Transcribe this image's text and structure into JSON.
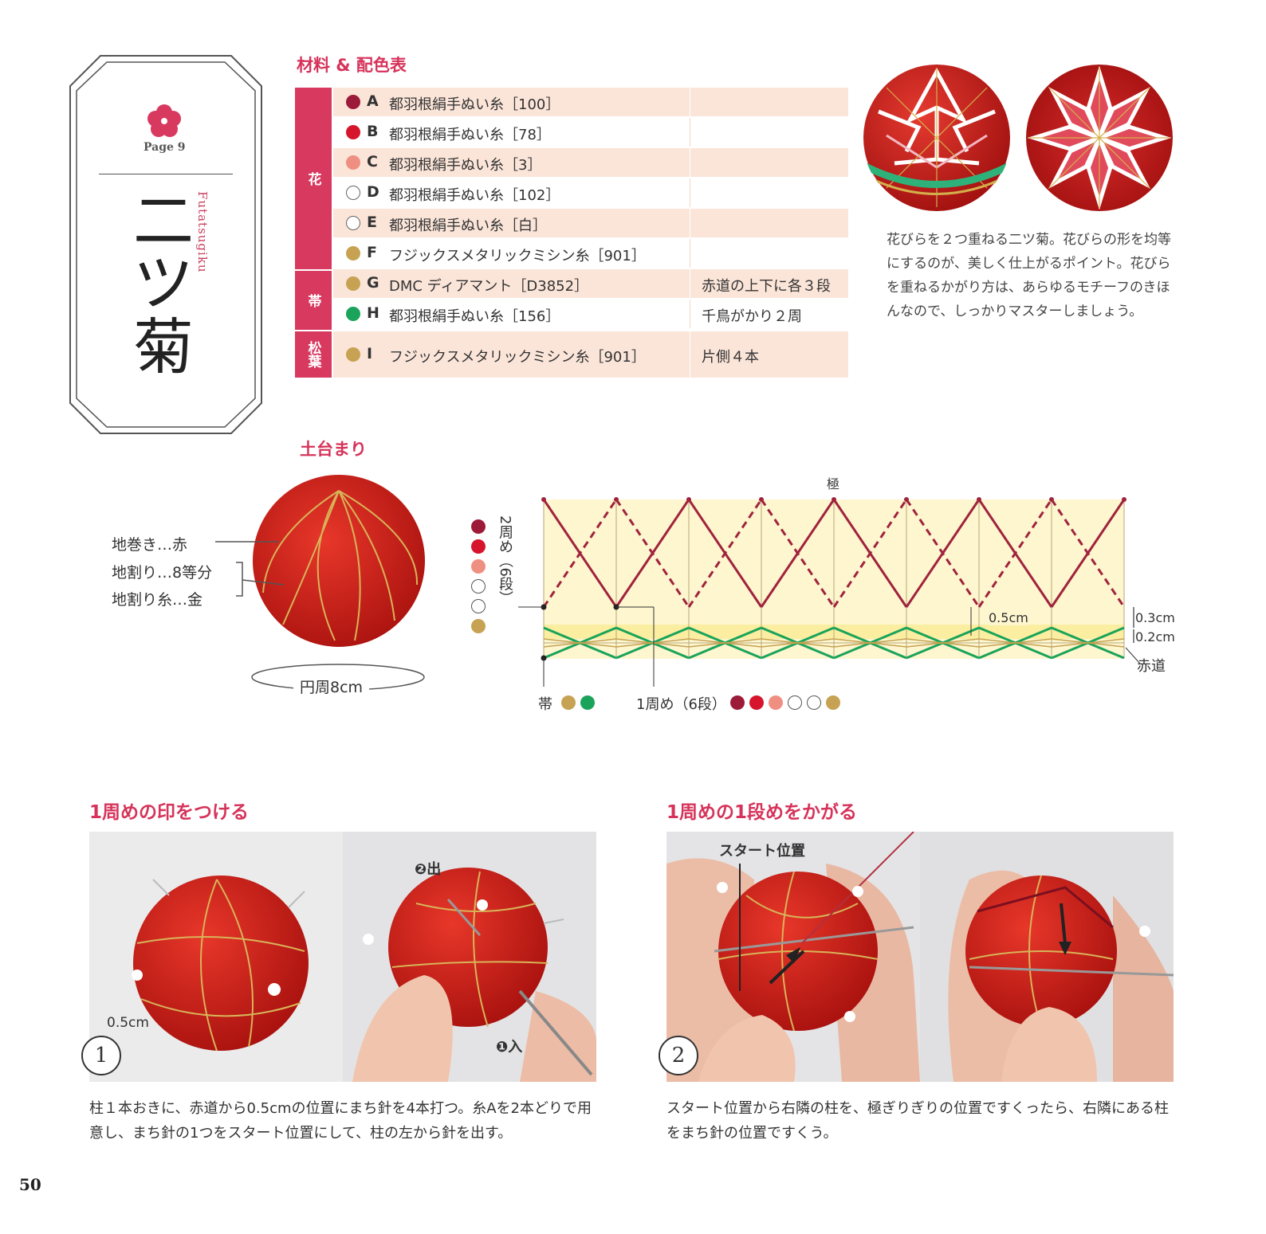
{
  "title_card": {
    "page_label": "Page 9",
    "title_chars": [
      "二",
      "ツ",
      "菊"
    ],
    "romaji": "Futatsugiku"
  },
  "materials": {
    "heading": "材料 & 配色表",
    "categories": [
      {
        "label": "花",
        "rows": 6
      },
      {
        "label": "帯",
        "rows": 2
      },
      {
        "label": "松葉",
        "rows": 1
      }
    ],
    "rows": [
      {
        "letter": "A",
        "name": "都羽根絹手ぬい糸［100］",
        "note": "",
        "color": "#9c1b38"
      },
      {
        "letter": "B",
        "name": "都羽根絹手ぬい糸［78］",
        "note": "",
        "color": "#d6142b"
      },
      {
        "letter": "C",
        "name": "都羽根絹手ぬい糸［3］",
        "note": "",
        "color": "#ef8f82"
      },
      {
        "letter": "D",
        "name": "都羽根絹手ぬい糸［102］",
        "note": "",
        "color": "#ffffff"
      },
      {
        "letter": "E",
        "name": "都羽根絹手ぬい糸［白］",
        "note": "",
        "color": "#ffffff"
      },
      {
        "letter": "F",
        "name": "フジックスメタリックミシン糸［901］",
        "note": "",
        "color": "#c6a252"
      },
      {
        "letter": "G",
        "name": "DMC ディアマント［D3852］",
        "note": "赤道の上下に各３段",
        "color": "#c6a252"
      },
      {
        "letter": "H",
        "name": "都羽根絹手ぬい糸［156］",
        "note": "千鳥がかり２周",
        "color": "#1aa35a"
      },
      {
        "letter": "I",
        "name": "フジックスメタリックミシン糸［901］",
        "note": "片側４本",
        "color": "#c6a252"
      }
    ]
  },
  "description": "花びらを２つ重ねる二ツ菊。花びらの形を均等にするのが、美しく仕上がるポイント。花びらを重ねるかがり方は、あらゆるモチーフのきほんなので、しっかりマスターしましょう。",
  "base_ball": {
    "heading": "土台まり",
    "labels": [
      "地巻き…赤",
      "地割り…8等分",
      "地割り糸…金"
    ],
    "circumference": "円周8cm"
  },
  "diagram": {
    "pole": "極",
    "round2_label": "2周め（6段）",
    "round2_colors": [
      "#9c1b38",
      "#d6142b",
      "#ef8f82",
      "#ffffff",
      "#ffffff",
      "#c6a252"
    ],
    "dim_05": "0.5cm",
    "dim_03": "0.3cm",
    "dim_02": "0.2cm",
    "equator": "赤道",
    "band_label": "帯",
    "band_colors": [
      "#c6a252",
      "#1aa35a"
    ],
    "round1_label": "1周め（6段）",
    "round1_colors": [
      "#9c1b38",
      "#d6142b",
      "#ef8f82",
      "#ffffff",
      "#ffffff",
      "#c6a252"
    ]
  },
  "steps": [
    {
      "heading": "1周めの印をつける",
      "number": "1",
      "photo_labels": {
        "dim": "0.5cm",
        "out": "❷出",
        "in": "❶入"
      },
      "caption": "柱１本おきに、赤道から0.5cmの位置にまち針を4本打つ。糸Aを2本どりで用意し、まち針の1つをスタート位置にして、柱の左から針を出す。"
    },
    {
      "heading": "1周めの1段めをかがる",
      "number": "2",
      "photo_labels": {
        "start": "スタート位置"
      },
      "caption": "スタート位置から右隣の柱を、極ぎりぎりの位置ですくったら、右隣にある柱をまち針の位置ですくう。"
    }
  ],
  "page_number": "50",
  "colors": {
    "accent": "#d6335a",
    "table_shade": "#fbe5d9",
    "ball_red": "#cf1d1d",
    "diagram_bg": "#fdf6cf"
  }
}
